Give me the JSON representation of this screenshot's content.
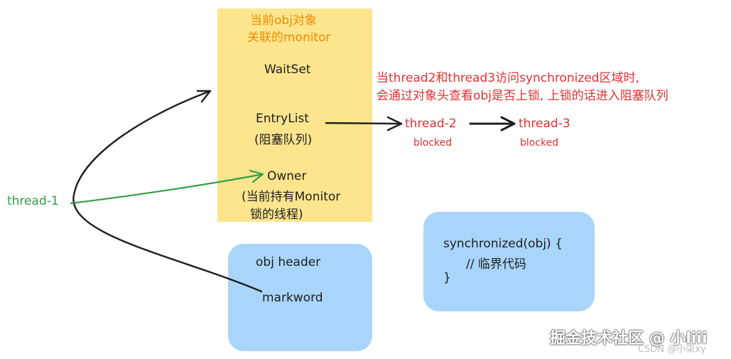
{
  "monitor": {
    "title_line1": "当前obj对象",
    "title_line2": "关联的monitor",
    "waitset": "WaitSet",
    "entrylist": "EntryList",
    "entrylist_note": "(阻塞队列)",
    "owner": "Owner",
    "owner_note_line1": "(当前持有Monitor",
    "owner_note_line2": "锁的线程)"
  },
  "note": {
    "line1": "当thread2和thread3访问synchronized区域时,",
    "line2": "会通过对象头查看obj是否上锁, 上锁的话进入阻塞队列"
  },
  "threads": {
    "t1": "thread-1",
    "t2": "thread-2",
    "t2_state": "blocked",
    "t3": "thread-3",
    "t3_state": "blocked"
  },
  "obj_header": {
    "title": "obj header",
    "markword": "markword"
  },
  "code": {
    "line1": "synchronized(obj) {",
    "line2": "// 临界代码",
    "line3": "}"
  },
  "watermark": {
    "main": "掘金技术社区 @ 小liii",
    "sub": "CSDN @小柒xy"
  },
  "colors": {
    "monitor_fill": "#fde58e",
    "blue_fill": "#a9d5fb",
    "orange_text": "#f08c00",
    "red_text": "#e03131",
    "green_arrow": "#2f9e44",
    "dark_arrow": "#1e1e1e"
  }
}
